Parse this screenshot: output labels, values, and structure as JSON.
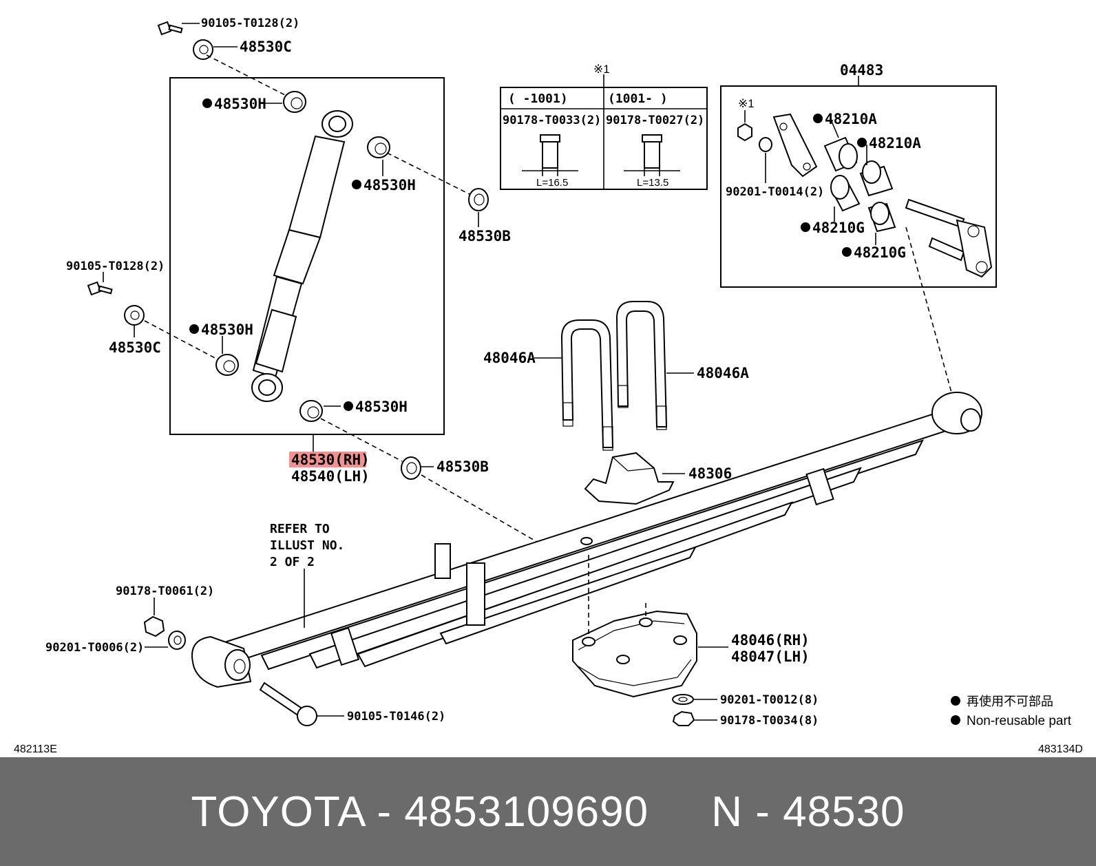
{
  "diagram": {
    "labels": {
      "bolt_top": "90105-T0128(2)",
      "washer_top": "48530C",
      "bushing_h1": "48530H",
      "bushing_h2": "48530H",
      "washer_b_top": "48530B",
      "bolt_left": "90105-T0128(2)",
      "washer_left": "48530C",
      "bushing_h3": "48530H",
      "bushing_h4": "48530H",
      "part_rh": "48530(RH)",
      "part_lh": "48540(LH)",
      "washer_b_bottom": "48530B",
      "ubolt_left": "48046A",
      "ubolt_right": "48046A",
      "bumper": "48306",
      "refer_line1": "REFER TO",
      "refer_line2": "ILLUST NO.",
      "refer_line3": "2 OF 2",
      "nut_left": "90178-T0061(2)",
      "washer_left_bottom": "90201-T0006(2)",
      "bolt_bottom": "90105-T0146(2)",
      "seat_rh": "48046(RH)",
      "seat_lh": "48047(LH)",
      "washer_seat": "90201-T0012(8)",
      "nut_seat": "90178-T0034(8)",
      "group_shackle": "04483",
      "note_mark": "※1",
      "shackle_note": "※1",
      "bush_a1": "48210A",
      "bush_a2": "48210A",
      "bush_g1": "48210G",
      "bush_g2": "48210G",
      "shackle_washer": "90201-T0014(2)",
      "code_left": "482113E",
      "code_right": "483134D"
    },
    "table": {
      "col1_header": "(     -1001)",
      "col2_header": "(1001-     )",
      "col1_part": "90178-T0033(2)",
      "col2_part": "90178-T0027(2)",
      "col1_len": "L=16.5",
      "col2_len": "L=13.5"
    },
    "legend": {
      "line_jp": "再使用不可部品",
      "line_en": "Non-reusable part"
    },
    "highlight_color": "#f29191"
  },
  "footer": {
    "title": "TOYOTA - 4853109690     N - 48530"
  }
}
